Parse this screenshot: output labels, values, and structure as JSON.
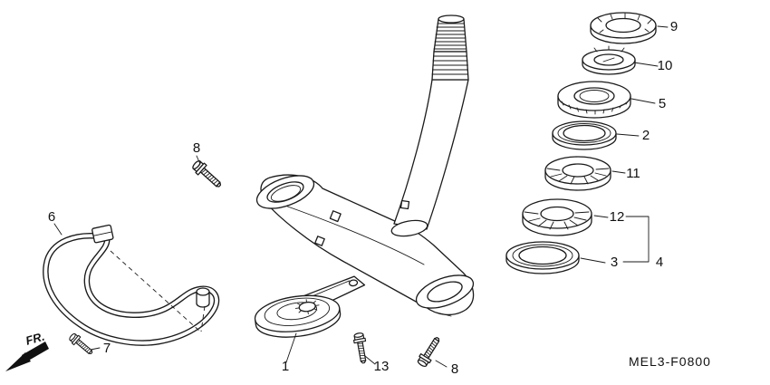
{
  "diagram": {
    "drawing_code": "MEL3-F0800",
    "direction_label": "FR.",
    "callouts": {
      "horn": "1",
      "upper_dust_seal": "2",
      "lower_dust_seal": "3",
      "bearing_set": "4",
      "adjusting_nut": "5",
      "wire_guide": "6",
      "guide_bolt": "7",
      "upper_stem_bolt": "8",
      "lower_stem_bolt": "8",
      "lock_nut": "9",
      "lock_washer": "10",
      "upper_bearing": "11",
      "lower_bearing": "12",
      "horn_bolt": "13"
    }
  }
}
